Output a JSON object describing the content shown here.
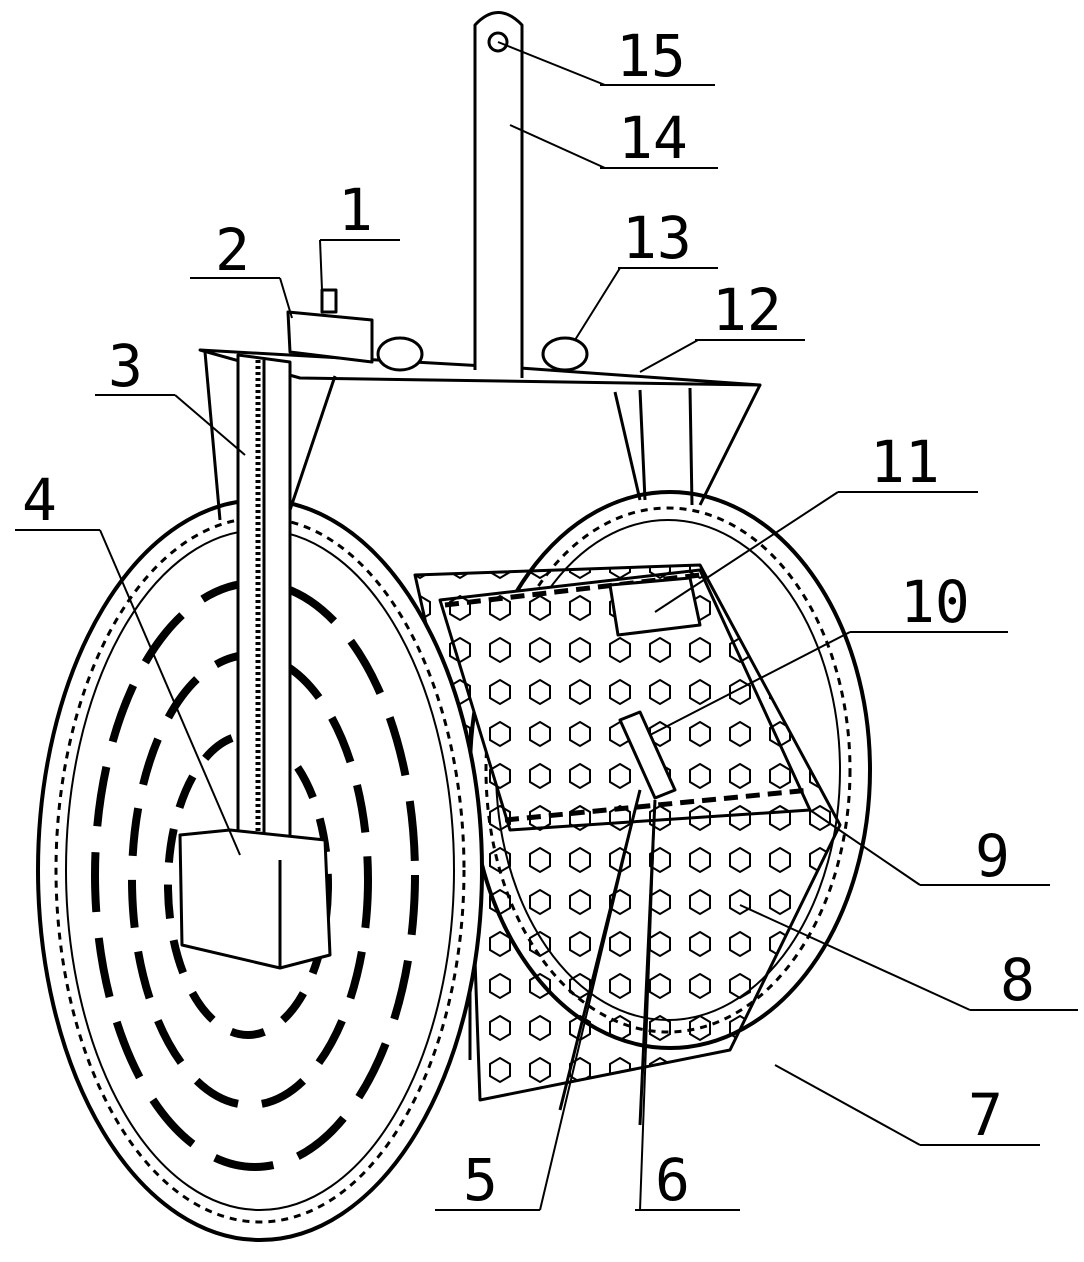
{
  "labels": [
    {
      "id": "1",
      "text": "1"
    },
    {
      "id": "2",
      "text": "2"
    },
    {
      "id": "3",
      "text": "3"
    },
    {
      "id": "4",
      "text": "4"
    },
    {
      "id": "5",
      "text": "5"
    },
    {
      "id": "6",
      "text": "6"
    },
    {
      "id": "7",
      "text": "7"
    },
    {
      "id": "8",
      "text": "8"
    },
    {
      "id": "9",
      "text": "9"
    },
    {
      "id": "10",
      "text": "10"
    },
    {
      "id": "11",
      "text": "11"
    },
    {
      "id": "12",
      "text": "12"
    },
    {
      "id": "13",
      "text": "13"
    },
    {
      "id": "14",
      "text": "14"
    },
    {
      "id": "15",
      "text": "15"
    }
  ],
  "colors": {
    "line": "#000000",
    "background": "#ffffff"
  }
}
